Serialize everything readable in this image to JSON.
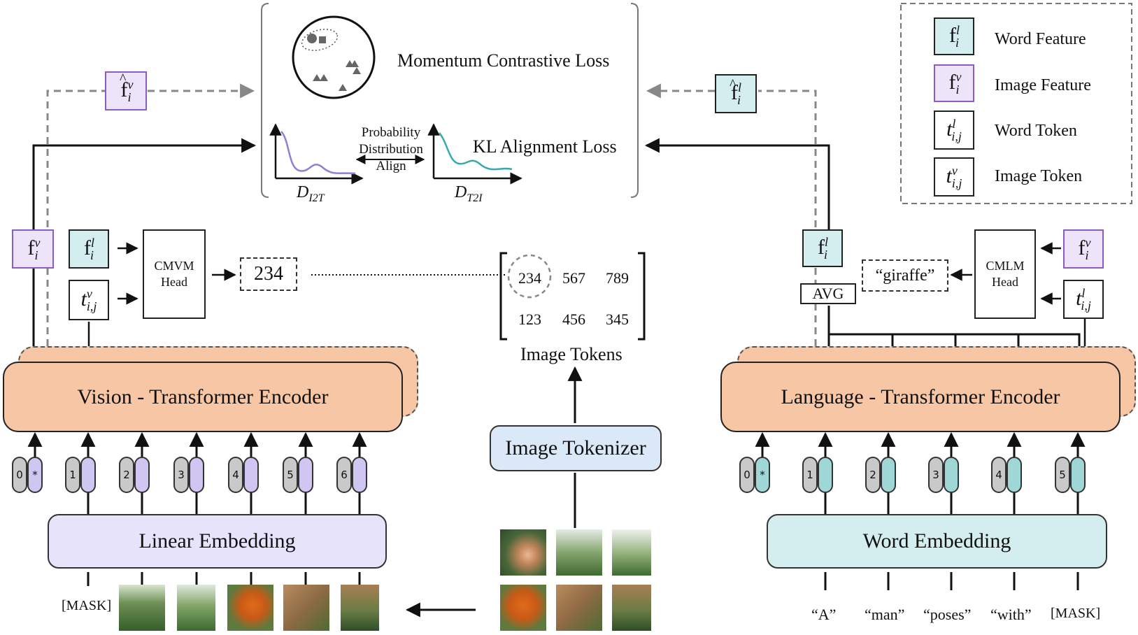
{
  "losses": {
    "momentum": "Momentum Contrastive Loss",
    "kl": "KL Alignment Loss",
    "prob_align": [
      "Probability",
      "Distribution",
      "Align"
    ],
    "d_i2t": "D",
    "d_i2t_sub": "I2T",
    "d_t2i": "D",
    "d_t2i_sub": "T2I"
  },
  "vision": {
    "encoder_label": "Vision - Transformer Encoder",
    "embedding_label": "Linear Embedding",
    "mask_label": "[MASK]",
    "cmvm_head": [
      "CMVM",
      "Head"
    ],
    "predicted_token": "234",
    "token_indices": [
      "0",
      "1",
      "2",
      "3",
      "4",
      "5",
      "6"
    ],
    "cls_marker": "*"
  },
  "language": {
    "encoder_label": "Language - Transformer Encoder",
    "embedding_label": "Word Embedding",
    "cmlm_head": [
      "CMLM",
      "Head"
    ],
    "predicted_word": "“giraffe”",
    "avg_label": "AVG",
    "token_indices": [
      "0",
      "1",
      "2",
      "3",
      "4",
      "5"
    ],
    "cls_marker": "*",
    "words": [
      "“A”",
      "“man”",
      "“poses”",
      "“with”",
      "[MASK]"
    ]
  },
  "image_tokens": {
    "label": "Image Tokens",
    "grid": [
      [
        "234",
        "567",
        "789"
      ],
      [
        "123",
        "456",
        "345"
      ]
    ],
    "tokenizer_label": "Image Tokenizer"
  },
  "features": {
    "f_base": "f",
    "t_base": "t",
    "sup_l": "l",
    "sup_v": "v",
    "sub_i": "i",
    "sub_ij": "i,j"
  },
  "legend": {
    "items": [
      {
        "label": "Word Feature"
      },
      {
        "label": "Image Feature"
      },
      {
        "label": "Word Token"
      },
      {
        "label": "Image Token"
      }
    ]
  },
  "colors": {
    "encoder": "#f7c6a5",
    "vision_embed": "#e6e3fa",
    "word_embed": "#d4eef0",
    "tokenizer": "#dbe8f7",
    "image_feature_border": "#8a5cc4",
    "i2t_curve": "#8f7fd6",
    "t2i_curve": "#3aa9a9"
  },
  "icons": {
    "scatter": "embedding-space-icon",
    "arrow": "arrow-icon"
  }
}
